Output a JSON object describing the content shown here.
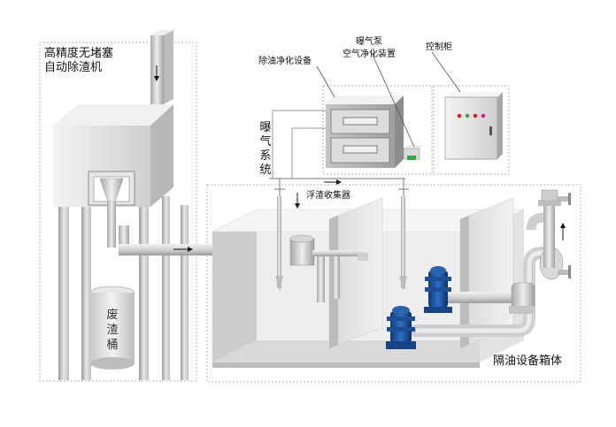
{
  "labels": {
    "slag_machine_line1": "高精度无堵塞",
    "slag_machine_line2": "自动除渣机",
    "purifier": "除油净化设备",
    "aeration_pump_line1": "曝气泵",
    "aeration_pump_line2": "空气净化装置",
    "control_cabinet": "控制柜",
    "aeration_system_chars": [
      "曝",
      "气",
      "系",
      "统"
    ],
    "float_collector": "浮渣收集器",
    "waste_bin_chars": [
      "废",
      "渣",
      "桶"
    ],
    "tank": "隔油设备箱体"
  },
  "colors": {
    "pump_blue": "#1f5aa8",
    "led_colors": [
      "#e02020",
      "#2bb04a",
      "#e02020",
      "#d62090"
    ],
    "dashed_frame": "#b5b5b5"
  }
}
